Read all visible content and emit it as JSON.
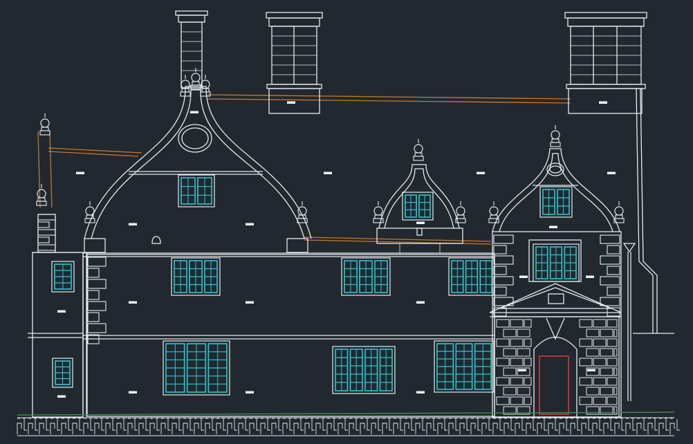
{
  "canvas": {
    "background": "#212830",
    "line_color": "#e8ecef",
    "glass_color": "#2ec8cf",
    "roof_color": "#c8782c",
    "door_color": "#d23a3a",
    "ground_color": "#3e8a4e"
  },
  "drawing": {
    "kind": "building-front-elevation-cad",
    "visible_text": []
  },
  "components": [
    "central-ogee-gable",
    "gable-oval-oculus",
    "tall-chimney-stack",
    "left-chimney-block",
    "right-chimney-block",
    "small-dormer-gable",
    "entrance-tower-gable",
    "pediment-porch",
    "entrance-door",
    "mullioned-windows",
    "finial-ornaments",
    "roof-eave-lines",
    "brick-ground-pattern"
  ]
}
